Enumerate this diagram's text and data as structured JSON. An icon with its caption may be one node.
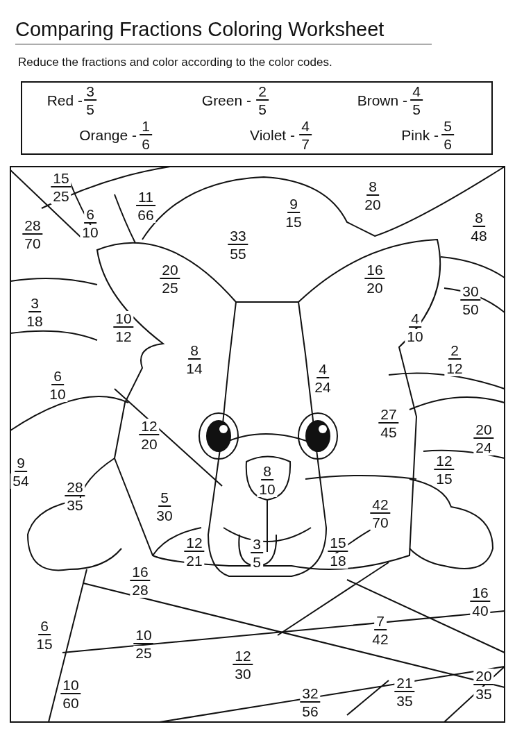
{
  "diagram": {
    "title": "Comparing Fractions Coloring Worksheet",
    "labels": [
      "Reduce the fractions and color according to the color codes.",
      "Red -",
      "3",
      "5",
      "Green -",
      "2",
      "5",
      "Brown -",
      "4",
      "5",
      "Orange -",
      "1",
      "6",
      "Violet -",
      "4",
      "7",
      "Pink -",
      "5",
      "6",
      "15",
      "25",
      "8",
      "20",
      "11",
      "66",
      "9",
      "15",
      "6",
      "10",
      "8",
      "48",
      "28",
      "70",
      "33",
      "55",
      "20",
      "25",
      "16",
      "20",
      "30",
      "50",
      "3",
      "18",
      "10",
      "12",
      "4",
      "10",
      "8",
      "14",
      "2",
      "12",
      "4",
      "24",
      "6",
      "10",
      "27",
      "45",
      "12",
      "20",
      "20",
      "24",
      "12",
      "15",
      "9",
      "54",
      "8",
      "10",
      "28",
      "35",
      "5",
      "30",
      "42",
      "70",
      "12",
      "21",
      "3",
      "5",
      "15",
      "18",
      "16",
      "28",
      "16",
      "40",
      "7",
      "42",
      "6",
      "15",
      "10",
      "25",
      "12",
      "30",
      "20",
      "35",
      "21",
      "35",
      "10",
      "60",
      "32",
      "56"
    ]
  }
}
